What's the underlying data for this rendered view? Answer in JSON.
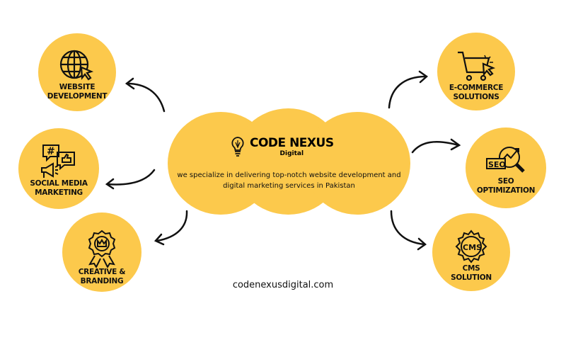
{
  "brand": {
    "title": "CODE NEXUS",
    "subtitle": "Digital"
  },
  "description_lines": [
    "we specialize in delivering top-notch website development and",
    "digital marketing services in Pakistan"
  ],
  "website": "codenexusdigital.com",
  "services": {
    "web": [
      "WEBSITE",
      "DEVELOPMENT"
    ],
    "social": [
      "SOCIAL MEDIA",
      "MARKETING"
    ],
    "creative": [
      "CREATIVE &",
      "BRANDING"
    ],
    "ecommerce": [
      "E-COMMERCE",
      "SOLUTIONS"
    ],
    "seo": [
      "SEO",
      "OPTIMIZATION"
    ],
    "cms": [
      "CMS",
      "SOLUTION"
    ]
  },
  "icon_text": {
    "seo": "SEO",
    "cms": "CMS",
    "hash": "#"
  },
  "colors": {
    "accent": "#FCC94C",
    "ink": "#111111"
  }
}
